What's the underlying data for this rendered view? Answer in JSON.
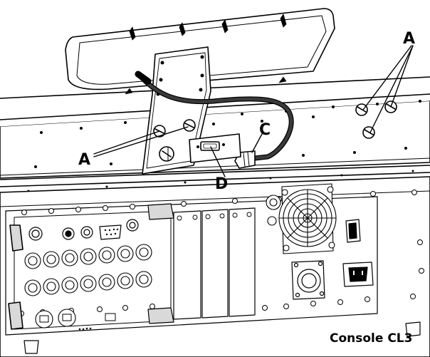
{
  "labels": {
    "a_right": "A",
    "a_left": "A",
    "c": "C",
    "d": "D"
  },
  "caption": "Console CL3",
  "colors": {
    "line": "#000000",
    "background": "#ffffff",
    "cable": "#3a3a3a",
    "shade": "#d9d9d9"
  }
}
